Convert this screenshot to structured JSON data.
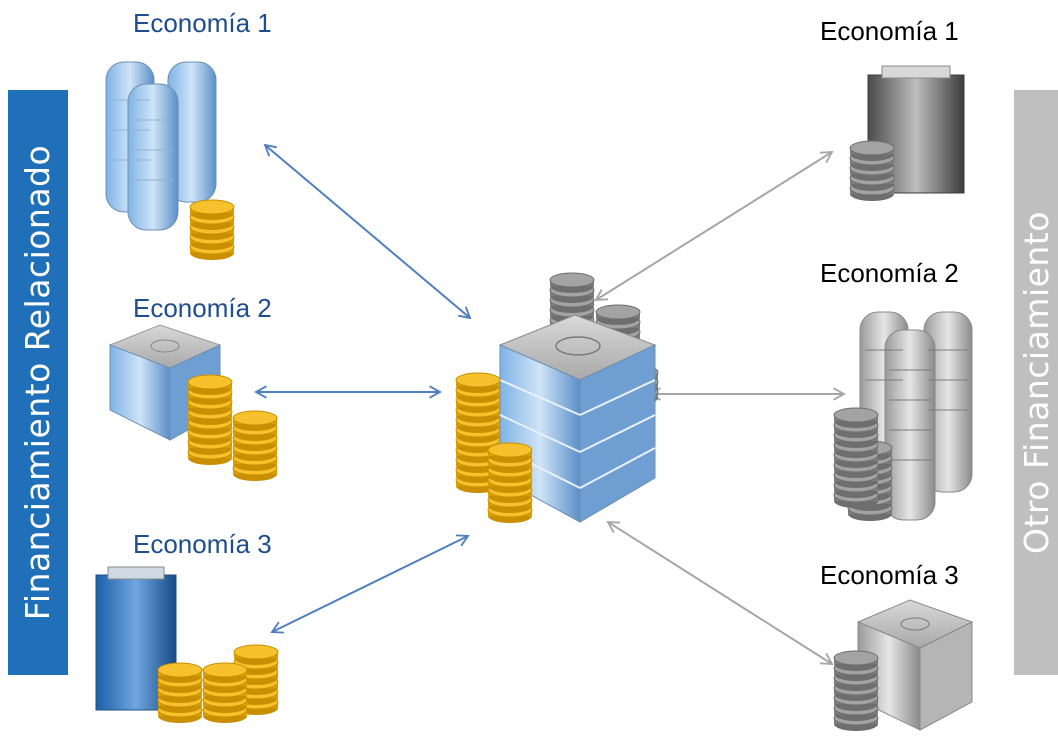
{
  "left_band": {
    "label": "Financiamiento  Relacionado"
  },
  "right_band": {
    "label": "Otro Financiamiento"
  },
  "left_labels": [
    "Economía 1",
    "Economía 2",
    "Economía 3"
  ],
  "right_labels": [
    "Economía 1",
    "Economía 2",
    "Economía 3"
  ],
  "colors": {
    "left_band": "#1f6fb9",
    "right_band": "#bfbfbf",
    "left_arrow": "#4f7fc0",
    "right_arrow": "#a6a6a6",
    "left_label": "#1f4e8c",
    "coin_gold": "#f2b705",
    "coin_gray": "#8c8c8c"
  },
  "icons": {
    "center": "office-building-with-coins-icon",
    "left": [
      "twin-tower-blue-icon",
      "office-building-blue-icon",
      "tower-blue-icon"
    ],
    "right": [
      "tower-gray-icon",
      "twin-tower-gray-icon",
      "office-building-gray-icon"
    ]
  }
}
